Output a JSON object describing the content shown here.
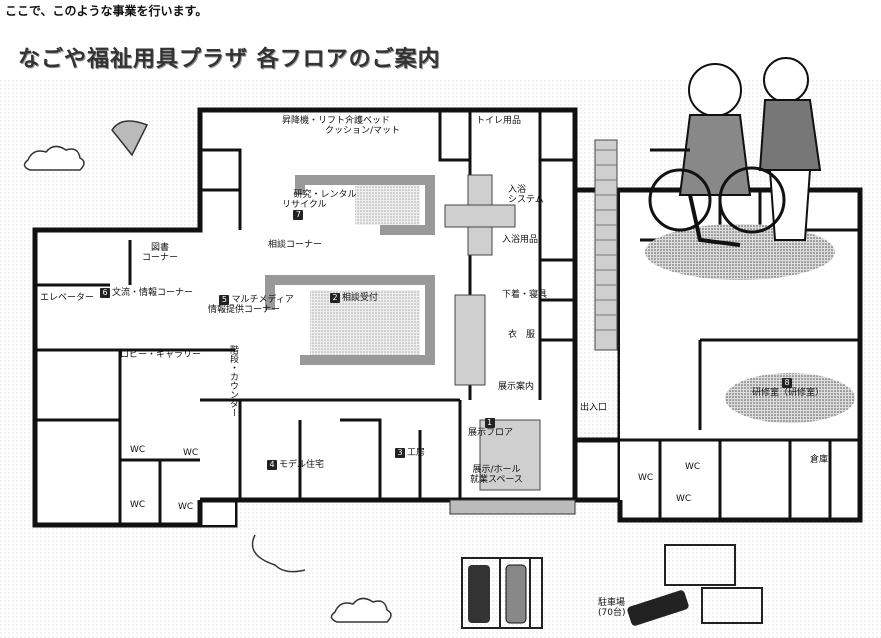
{
  "header": {
    "intro": "ここで、このような事業を行います。",
    "title": "なごや福祉用具プラザ 各フロアのご案内"
  },
  "rooms": {
    "lift": "昇降機・リフト・",
    "care_bed": "介護ベッド",
    "cushion": "クッション/マット",
    "toilet": "トイレ用品",
    "bath_system": "入浴\nシステム",
    "bath_goods": "入浴用品",
    "underwear": "下着・寝具",
    "clothes": "衣　服",
    "exhibit_info": "展示案内",
    "consult_rent": "研究・レンタル\nリサイクル",
    "consult_rent_num": "7",
    "consult_corner": "相談コーナー",
    "reception": "相談受付",
    "reception_num": "2",
    "library": "図書\nコーナー",
    "elevator": "エレベーター",
    "culture_num": "6",
    "culture": "文流・情報コーナー",
    "multimedia_num": "5",
    "multimedia": "マルチメディア\n情報提供コーナー",
    "lobby": "ロビー・ギャラリー",
    "stairs": "階段・カウンター",
    "exhibit_floor_num": "1",
    "exhibit_floor": "展示フロア",
    "space": "展示/ホール\n就業スペース",
    "housing_num": "4",
    "housing": "モデル住宅",
    "workshop_num": "3",
    "workshop": "工房",
    "entrance": "出入口",
    "seminar_num": "8",
    "seminar": "研修室（研修室）",
    "office": "倉庫",
    "wc": "WC",
    "parking": "駐車場\n(70台)"
  }
}
